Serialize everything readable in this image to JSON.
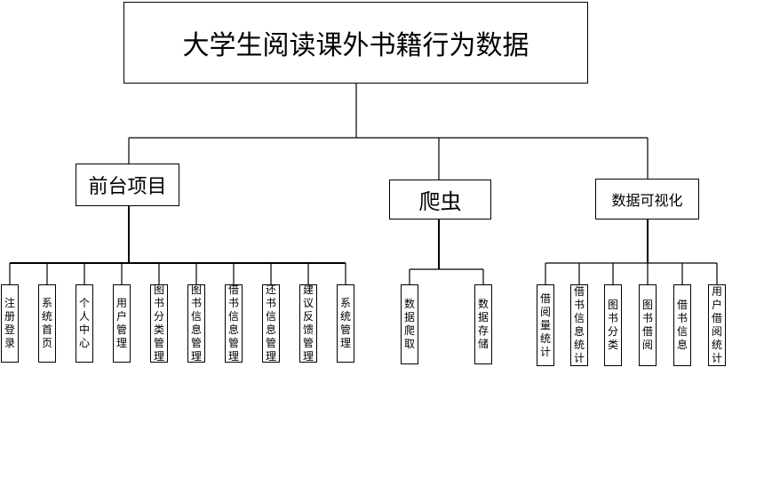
{
  "diagram": {
    "root": "大学生阅读课外书籍行为数据",
    "branches": [
      {
        "title": "前台项目",
        "children": [
          "注册登录",
          "系统首页",
          "个人中心",
          "用户管理",
          "图书分类管理",
          "图书信息管理",
          "借书信息管理",
          "还书信息管理",
          "建议反馈管理",
          "系统管理"
        ]
      },
      {
        "title": "爬虫",
        "children": [
          "数据爬取",
          "数据存储"
        ]
      },
      {
        "title": "数据可视化",
        "children": [
          "借阅量统计",
          "借书信息统计",
          "图书分类",
          "图书借阅",
          "借书信息",
          "用户借阅统计"
        ]
      }
    ]
  }
}
